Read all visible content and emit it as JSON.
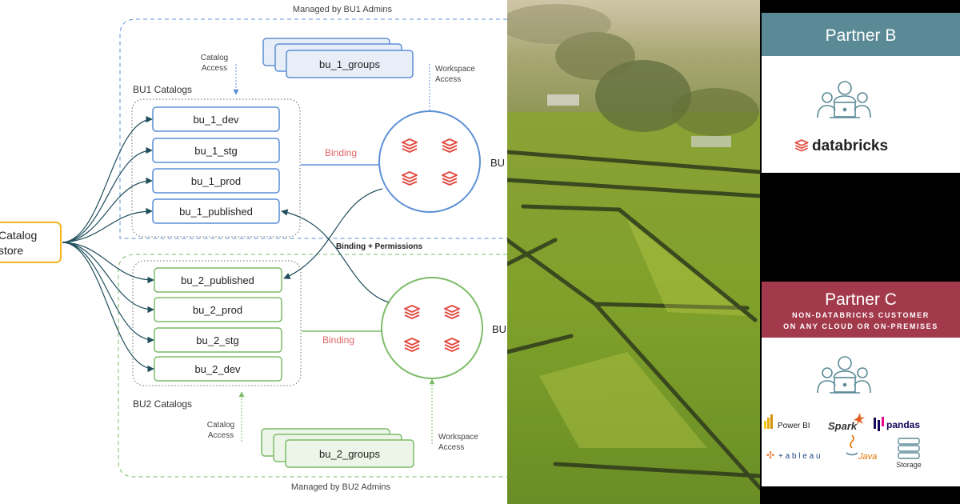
{
  "diagram": {
    "top_label": "Managed by BU1 Admins",
    "bottom_label": "Managed by BU2 Admins",
    "metastore": {
      "line1": "Catalog",
      "line2": "store"
    },
    "bu1": {
      "title": "BU1 Catalogs",
      "catalogs": [
        "bu_1_dev",
        "bu_1_stg",
        "bu_1_prod",
        "bu_1_published"
      ],
      "groups_label": "bu_1_groups",
      "catalog_access": [
        "Catalog",
        "Access"
      ],
      "workspace_access": [
        "Workspace",
        "Access"
      ],
      "binding_label": "Binding",
      "workspace_label": "BU"
    },
    "bu2": {
      "title": "BU2 Catalogs",
      "catalogs": [
        "bu_2_published",
        "bu_2_prod",
        "bu_2_stg",
        "bu_2_dev"
      ],
      "groups_label": "bu_2_groups",
      "catalog_access": [
        "Catalog",
        "Access"
      ],
      "workspace_access": [
        "Workspace",
        "Access"
      ],
      "binding_label": "Binding",
      "workspace_label": "BU"
    },
    "cross_label": "Binding + Permissions",
    "colors": {
      "bu1": "#5b8fd6",
      "bu2": "#7cbb68",
      "binding": "#e06666",
      "metastore": "#f3b31d",
      "arrow": "#1f4e5c"
    }
  },
  "partners": {
    "b": {
      "title": "Partner B",
      "brand": "databricks",
      "header_color": "#5a8a96"
    },
    "c": {
      "title": "Partner C",
      "sub1": "NON-DATABRICKS CUSTOMER",
      "sub2": "ON ANY CLOUD OR ON-PREMISES",
      "header_color": "#a33a4c",
      "tools": [
        "Power BI",
        "Spark",
        "pandas",
        "+ a b l e a u",
        "Java",
        "Storage"
      ]
    }
  }
}
